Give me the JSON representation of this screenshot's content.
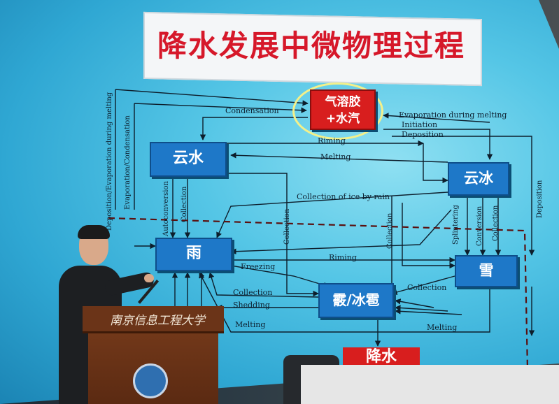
{
  "title": "降水发展中微物理过程",
  "nodes": {
    "aerosol": "气溶胶\n+水汽",
    "cloud_water": "云水",
    "cloud_ice": "云冰",
    "rain": "雨",
    "snow": "雪",
    "graupel_hail": "霰/冰雹",
    "precip_partial": "降水"
  },
  "edge_labels": {
    "condensation": "Condensation",
    "evaporation_melting": "Evaporation during melting",
    "initiation": "Initiation",
    "deposition_top": "Deposition",
    "riming_top": "Riming",
    "melting_top": "Melting",
    "collection_ice_rain": "Collection of ice by rain",
    "freezing": "Freezing",
    "riming_mid": "Riming",
    "collection_graupel": "Collection",
    "collection_rain": "Collection",
    "shedding": "Shedding",
    "melting_rain": "Melting",
    "melting_snow": "Melting",
    "dep_evap_melting": "Deposition/Evaporation during melting",
    "evap_condensation": "Evaporation/Condensation",
    "autoconversion": "Autoconversion",
    "collection_v1": "Collection",
    "collection_v2": "Collection",
    "collection_v3": "Collection",
    "splintering": "Splintering",
    "conversion": "Conversion",
    "collection_v4": "Collection",
    "deposition_right": "Deposition"
  },
  "podium_text": "南京信息工程大学",
  "colors": {
    "node_blue": "#1e78c8",
    "node_red": "#d81e1e",
    "title_red": "#d6182a",
    "ellipse_yellow": "#f3f08a"
  }
}
